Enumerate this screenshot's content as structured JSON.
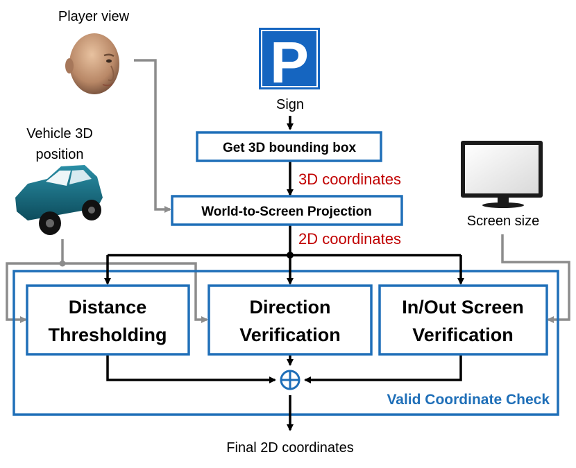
{
  "inputs": {
    "player_view_label": "Player view",
    "vehicle_label_line1": "Vehicle 3D",
    "vehicle_label_line2": "position",
    "sign_label": "Sign",
    "screen_size_label": "Screen size"
  },
  "pipeline": {
    "get_bbox_label": "Get 3D bounding box",
    "coords_3d_label": "3D coordinates",
    "projection_label": "World-to-Screen Projection",
    "coords_2d_label": "2D coordinates"
  },
  "checks": {
    "distance_line1": "Distance",
    "distance_line2": "Thresholding",
    "direction_line1": "Direction",
    "direction_line2": "Verification",
    "inout_line1": "In/Out Screen",
    "inout_line2": "Verification",
    "group_label": "Valid Coordinate Check"
  },
  "output": {
    "final_label": "Final 2D coordinates"
  },
  "icons": {
    "parking_sign_letter": "P"
  },
  "colors": {
    "box_border": "#1f6fb8",
    "accent_text": "#c00000",
    "connector_gray": "#8c8c8c",
    "connector_black": "#000000",
    "parking_blue": "#1565c0"
  }
}
